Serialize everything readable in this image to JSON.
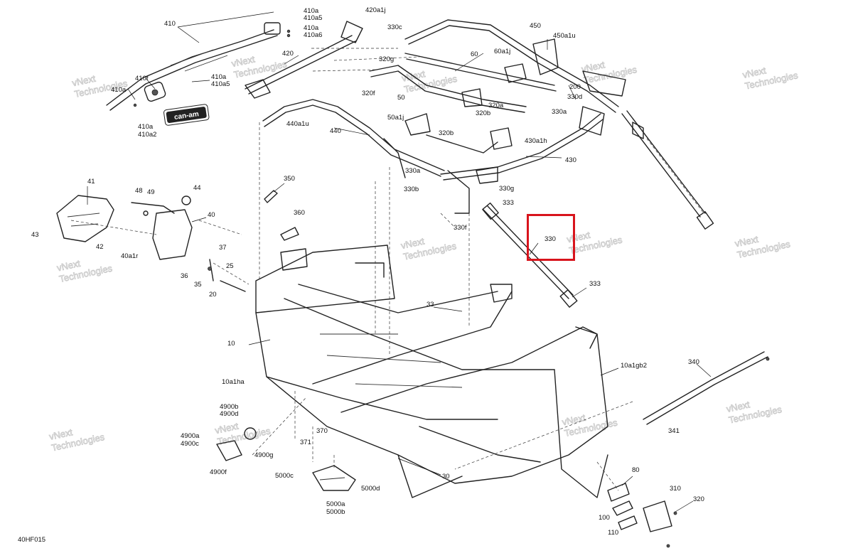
{
  "diagram_code": "40HF015",
  "brand_logo": "can-am",
  "watermark": {
    "line1": "vNext",
    "line2": "Technologies"
  },
  "highlight_color": "#d8141c",
  "highlighted_label": "330",
  "labels": {
    "l410": "410",
    "l410a_t": "410a",
    "l410a5_t": "410a5",
    "l410a_t2": "410a",
    "l410a6": "410a6",
    "l420a1j": "420a1j",
    "l330c": "330c",
    "l450": "450",
    "l450a1u": "450a1u",
    "l410f": "410f",
    "l410a_l": "410a",
    "l410a_m": "410a",
    "l410a5_m": "410a5",
    "l420": "420",
    "l60": "60",
    "l60a1j": "60a1j",
    "l320g": "320g",
    "l320f": "320f",
    "l50": "50",
    "l200": "200",
    "l330d": "330d",
    "l320a": "320a",
    "l320b_a": "320b",
    "l330a_r": "330a",
    "l410a_logo": "410a",
    "l410a2": "410a2",
    "l440a1u": "440a1u",
    "l440": "440",
    "l50a1j": "50a1j",
    "l320b_b": "320b",
    "l430a1h": "430a1h",
    "l430": "430",
    "l330a_c": "330a",
    "l330b": "330b",
    "l350": "350",
    "l330g": "330g",
    "l333_t": "333",
    "l330f": "330f",
    "l330_box": "330",
    "l333_b": "333",
    "l41": "41",
    "l48": "48",
    "l49": "49",
    "l44": "44",
    "l40": "40",
    "l43": "43",
    "l42": "42",
    "l40a1r": "40a1r",
    "l37": "37",
    "l36": "36",
    "l35": "35",
    "l25": "25",
    "l20": "20",
    "l360": "360",
    "l10": "10",
    "l10a1ha": "10a1ha",
    "l33": "33",
    "l10a1gb2": "10a1gb2",
    "l340": "340",
    "l341": "341",
    "l4900b": "4900b",
    "l4900d": "4900d",
    "l4900a": "4900a",
    "l4900c": "4900c",
    "l4900g": "4900g",
    "l4900f": "4900f",
    "l370": "370",
    "l371": "371",
    "l5000c": "5000c",
    "l5000d": "5000d",
    "l5000a": "5000a",
    "l5000b": "5000b",
    "l30": "30",
    "l80": "80",
    "l310": "310",
    "l320": "320",
    "l100": "100",
    "l110": "110"
  }
}
